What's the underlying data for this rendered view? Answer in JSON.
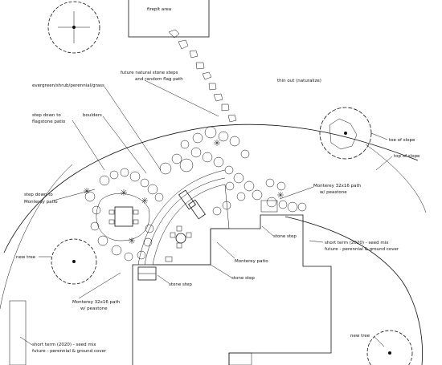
{
  "plan": {
    "labels": {
      "firepit": "firepit area",
      "future_steps_1": "future natural stone steps",
      "future_steps_2": "and random flag path",
      "thin_out": "thin out (naturalize)",
      "evergreen": "evergreen/shrub/perennial/grass",
      "step_flagstone_1": "step down to",
      "step_flagstone_2": "flagstone patio",
      "boulders": "boulders",
      "step_monterey_1": "step down to",
      "step_monterey_2": "Monterey patio",
      "toe_of_slope": "toe of slope",
      "top_of_slope": "top of slope",
      "monterey_path_right_1": "Monterey 32x16 path",
      "monterey_path_right_2": "w/ peastone",
      "stone_step_right": "stone step",
      "short_term_right_1": "short term (2020) - seed mix",
      "short_term_right_2": "future - perennial & ground cover",
      "new_tree_left": "new tree",
      "monterey_patio": "Monterey patio",
      "stone_step_mid": "stone step",
      "stone_step_low": "stone step",
      "monterey_path_low_1": "Monterey 32x16 path",
      "monterey_path_low_2": "w/ peastone",
      "short_term_low_1": "short term (2020) - seed mix",
      "short_term_low_2": "future - perennial & ground cover",
      "new_tree_right": "new tree"
    }
  }
}
